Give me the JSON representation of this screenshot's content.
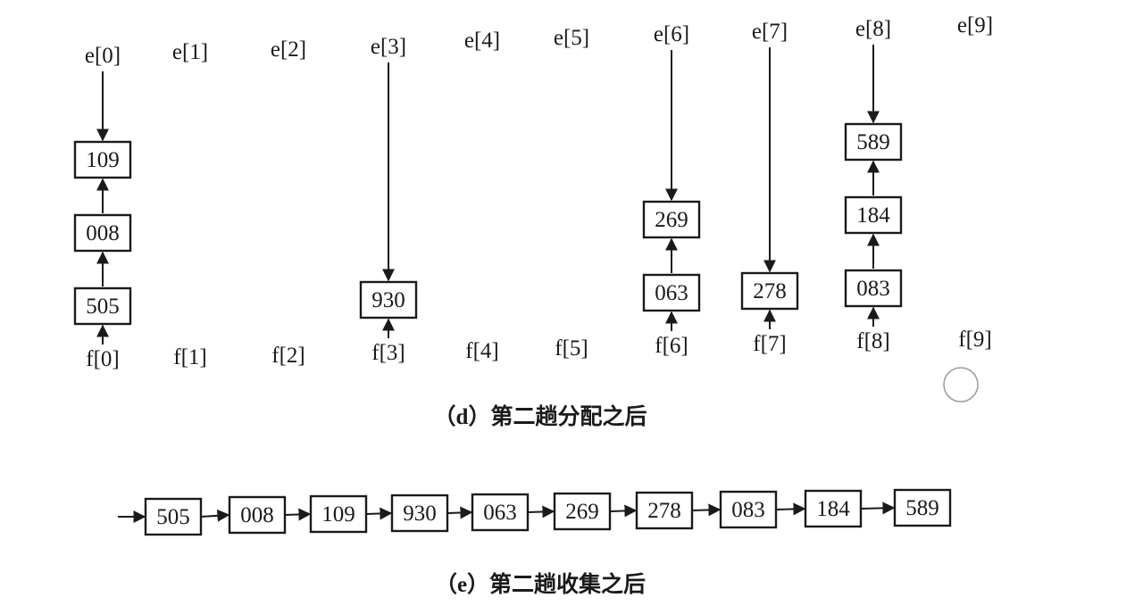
{
  "part_d": {
    "caption": "（d）第二趟分配之后",
    "head_labels": [
      "e[0]",
      "e[1]",
      "e[2]",
      "e[3]",
      "e[4]",
      "e[5]",
      "e[6]",
      "e[7]",
      "e[8]",
      "e[9]"
    ],
    "tail_labels": [
      "f[0]",
      "f[1]",
      "f[2]",
      "f[3]",
      "f[4]",
      "f[5]",
      "f[6]",
      "f[7]",
      "f[8]",
      "f[9]"
    ],
    "buckets": [
      [
        "109",
        "008",
        "505"
      ],
      [],
      [],
      [
        "930"
      ],
      [],
      [],
      [
        "269",
        "063"
      ],
      [
        "278"
      ],
      [
        "589",
        "184",
        "083"
      ],
      []
    ]
  },
  "part_e": {
    "caption": "（e）第二趟收集之后",
    "chain": [
      "505",
      "008",
      "109",
      "930",
      "063",
      "269",
      "278",
      "083",
      "184",
      "589"
    ]
  }
}
